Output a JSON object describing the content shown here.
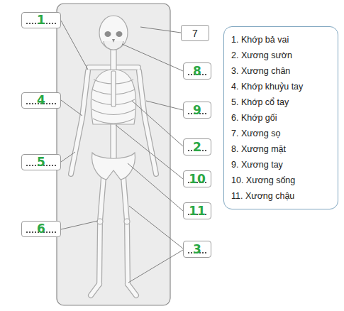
{
  "diagram": {
    "nodes": [
      {
        "text": [
          "1"
        ]
      },
      {
        "text": [
          "7"
        ]
      },
      {
        "text": [
          "8"
        ]
      },
      {
        "text": [
          "4"
        ]
      },
      {
        "text": [
          "9"
        ]
      },
      {
        "text": [
          "5"
        ]
      },
      {
        "text": [
          "2"
        ]
      },
      {
        "text": [
          "10"
        ]
      },
      {
        "text": [
          "11"
        ]
      },
      {
        "text": [
          "6"
        ]
      },
      {
        "text": [
          "3"
        ]
      },
      {
        "text": [
          "1. Khớp bả vai",
          "2. Xương sườn",
          "3. Xương chân",
          "4. Khớp khuỷu tay",
          "5. Khớp cổ tay",
          "6. Khớp gối",
          "7. Xương sọ",
          "8. Xương mặt",
          "9. Xương tay",
          "10. Xương sống",
          "11. Xương chậu"
        ]
      }
    ]
  }
}
